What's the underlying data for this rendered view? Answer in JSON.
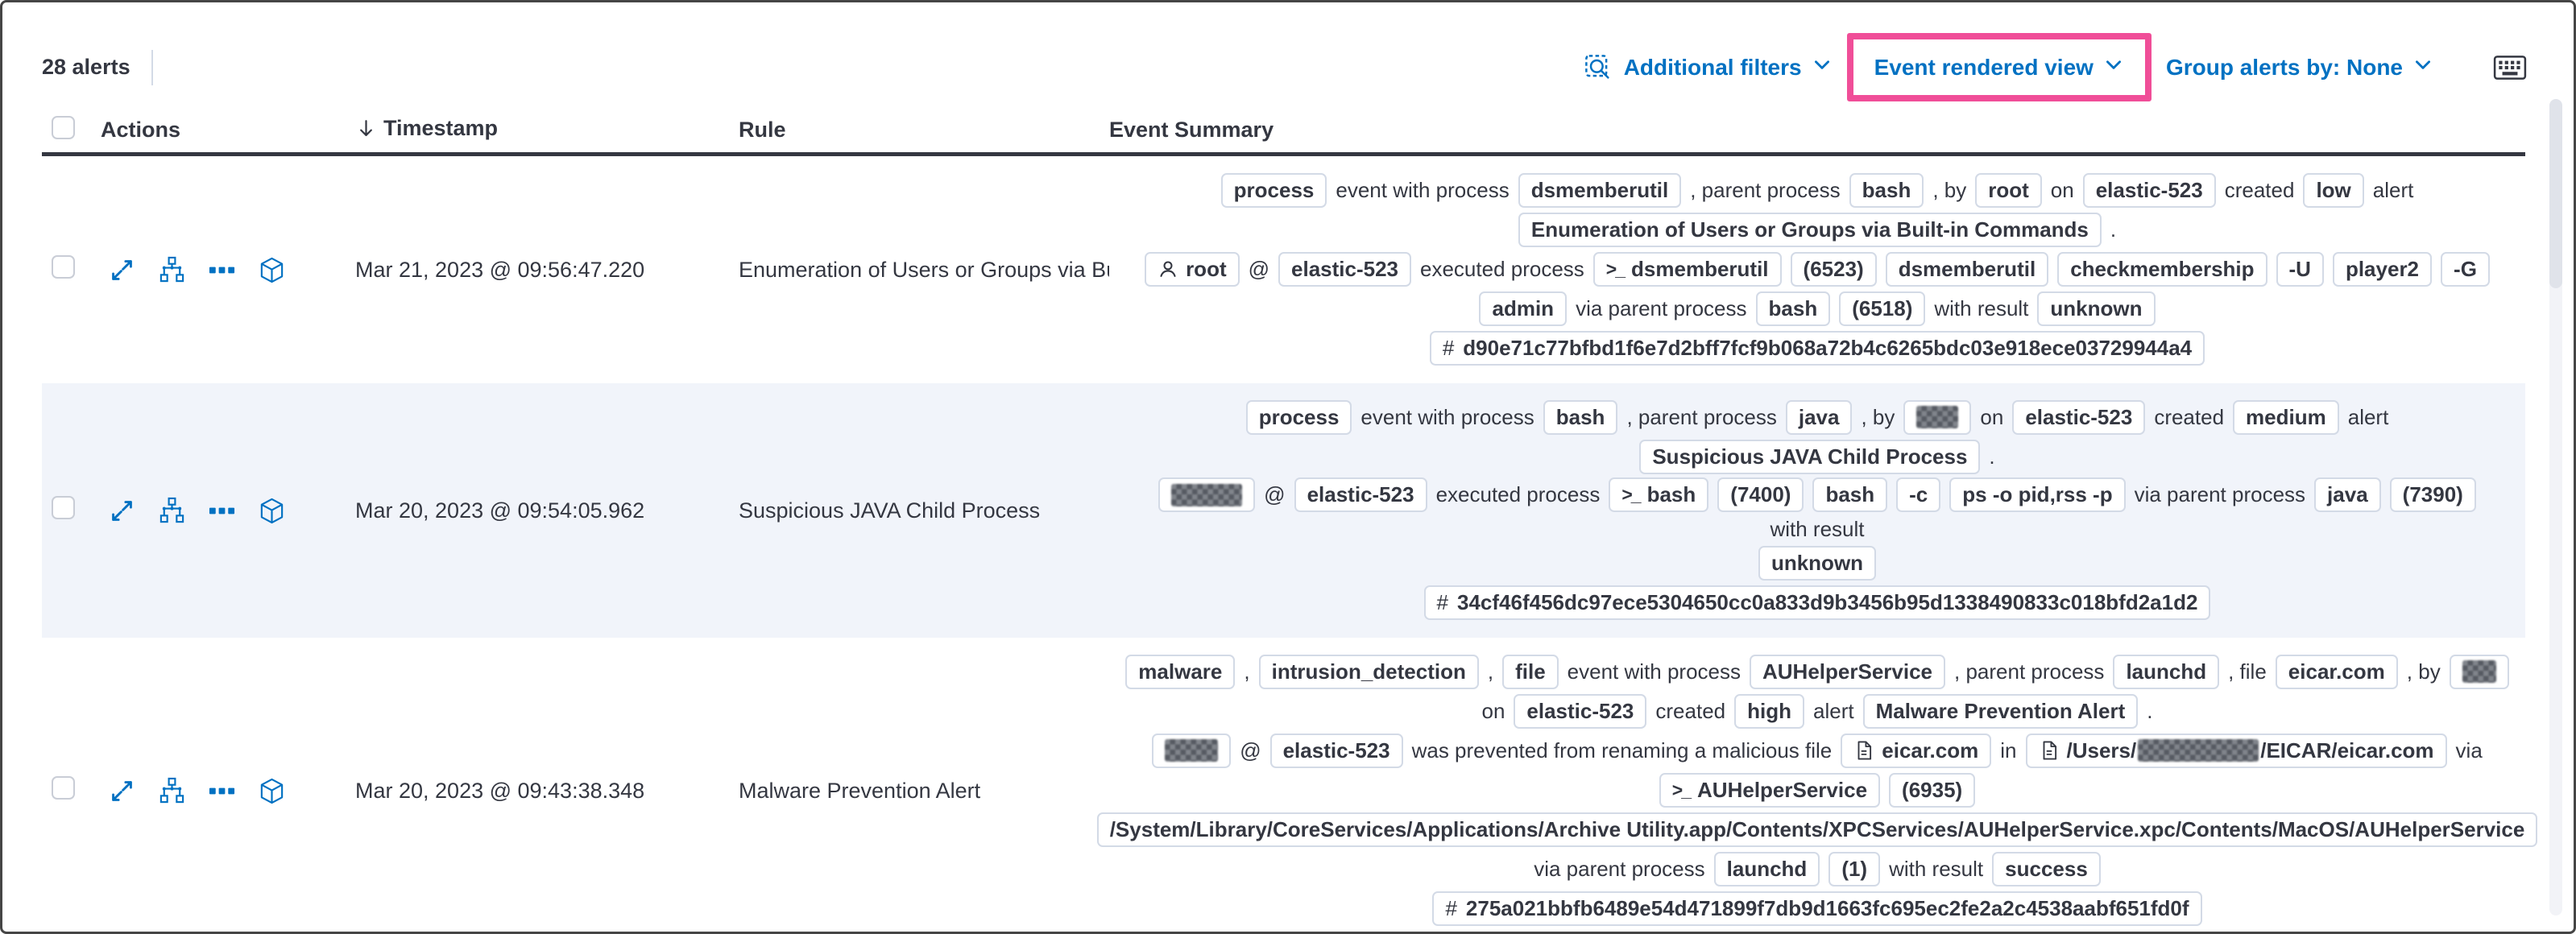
{
  "toolbar": {
    "alerts_count": "28 alerts",
    "additional_filters_label": "Additional filters",
    "event_rendered_view_label": "Event rendered view",
    "group_alerts_by_label": "Group alerts by: None"
  },
  "icons": {
    "toolbar": [
      "inspect-icon",
      "chevron-down-icon",
      "keyboard-icon"
    ],
    "header": [
      "sort-down-icon"
    ],
    "row_actions": [
      "expand-icon",
      "analyzer-icon",
      "more-actions-icon",
      "session-view-icon"
    ],
    "badge_icons": [
      "user-icon",
      "terminal-icon",
      "file-icon",
      "hash-icon"
    ]
  },
  "colors": {
    "accent_blue": "#0071c2",
    "highlight_pink": "#f04e98",
    "text": "#343741",
    "badge_border": "#d3dae6",
    "row_stripe": "#f1f4fa"
  },
  "table": {
    "headers": {
      "actions": "Actions",
      "timestamp": "Timestamp",
      "rule": "Rule",
      "event_summary": "Event Summary"
    },
    "rows": [
      {
        "striped": false,
        "timestamp": "Mar 21, 2023 @ 09:56:47.220",
        "rule": "Enumeration of Users or Groups via Bui",
        "summary": [
          [
            {
              "badge": "process"
            },
            {
              "text": "event with process"
            },
            {
              "badge": "dsmemberutil"
            },
            {
              "text": ", parent process"
            },
            {
              "badge": "bash"
            },
            {
              "text": ", by"
            },
            {
              "badge": "root"
            },
            {
              "text": "on"
            },
            {
              "badge": "elastic-523"
            },
            {
              "text": "created"
            },
            {
              "badge": "low"
            },
            {
              "text": "alert"
            }
          ],
          [
            {
              "badge": "Enumeration of Users or Groups via Built-in Commands"
            },
            {
              "text": "."
            }
          ],
          [
            {
              "badge": "root",
              "icon": "user"
            },
            {
              "text": "@"
            },
            {
              "badge": "elastic-523"
            },
            {
              "text": "executed process"
            },
            {
              "badge": "dsmemberutil",
              "icon": "terminal"
            },
            {
              "badge": "(6523)"
            },
            {
              "badge": "dsmemberutil"
            },
            {
              "badge": "checkmembership"
            },
            {
              "badge": "-U"
            },
            {
              "badge": "player2"
            },
            {
              "badge": "-G"
            }
          ],
          [
            {
              "badge": "admin"
            },
            {
              "text": "via parent process"
            },
            {
              "badge": "bash"
            },
            {
              "badge": "(6518)"
            },
            {
              "text": "with result"
            },
            {
              "badge": "unknown"
            }
          ],
          [
            {
              "badge": "d90e71c77bfbd1f6e7d2bff7fcf9b068a72b4c6265bdc03e918ece03729944a4",
              "icon": "hash"
            }
          ]
        ]
      },
      {
        "striped": true,
        "timestamp": "Mar 20, 2023 @ 09:54:05.962",
        "rule": "Suspicious JAVA Child Process",
        "summary": [
          [
            {
              "badge": "process"
            },
            {
              "text": "event with process"
            },
            {
              "badge": "bash"
            },
            {
              "text": ", parent process"
            },
            {
              "badge": "java"
            },
            {
              "text": ", by"
            },
            {
              "redact": 52
            },
            {
              "text": "on"
            },
            {
              "badge": "elastic-523"
            },
            {
              "text": "created"
            },
            {
              "badge": "medium"
            },
            {
              "text": "alert"
            }
          ],
          [
            {
              "badge": "Suspicious JAVA Child Process"
            },
            {
              "text": "."
            }
          ],
          [
            {
              "redact": 88
            },
            {
              "text": "@"
            },
            {
              "badge": "elastic-523"
            },
            {
              "text": "executed process"
            },
            {
              "badge": "bash",
              "icon": "terminal"
            },
            {
              "badge": "(7400)"
            },
            {
              "badge": "bash"
            },
            {
              "badge": "-c"
            },
            {
              "badge": "ps -o pid,rss -p"
            },
            {
              "text": "via parent process"
            },
            {
              "badge": "java"
            },
            {
              "badge": "(7390)"
            },
            {
              "text": "with result"
            }
          ],
          [
            {
              "badge": "unknown"
            }
          ],
          [
            {
              "badge": "34cf46f456dc97ece5304650cc0a833d9b3456b95d1338490833c018bfd2a1d2",
              "icon": "hash"
            }
          ]
        ]
      },
      {
        "striped": false,
        "timestamp": "Mar 20, 2023 @ 09:43:38.348",
        "rule": "Malware Prevention Alert",
        "summary": [
          [
            {
              "badge": "malware"
            },
            {
              "text": ","
            },
            {
              "badge": "intrusion_detection"
            },
            {
              "text": ","
            },
            {
              "badge": "file"
            },
            {
              "text": "event with process"
            },
            {
              "badge": "AUHelperService"
            },
            {
              "text": ", parent process"
            },
            {
              "badge": "launchd"
            },
            {
              "text": ", file"
            },
            {
              "badge": "eicar.com"
            },
            {
              "text": ", by"
            },
            {
              "redact": 42
            }
          ],
          [
            {
              "text": "on"
            },
            {
              "badge": "elastic-523"
            },
            {
              "text": "created"
            },
            {
              "badge": "high"
            },
            {
              "text": "alert"
            },
            {
              "badge": "Malware Prevention Alert"
            },
            {
              "text": "."
            }
          ],
          [
            {
              "redact": 66
            },
            {
              "text": "@"
            },
            {
              "badge": "elastic-523"
            },
            {
              "text": "was prevented from renaming a malicious file"
            },
            {
              "badge": "eicar.com",
              "icon": "file"
            },
            {
              "text": "in"
            },
            {
              "badge_parts": [
                {
                  "text": "/Users/"
                },
                {
                  "redact": 150
                },
                {
                  "text": "/EICAR/eicar.com"
                }
              ],
              "icon": "file"
            },
            {
              "text": "via"
            }
          ],
          [
            {
              "badge": "AUHelperService",
              "icon": "terminal"
            },
            {
              "badge": "(6935)"
            }
          ],
          [
            {
              "badge": "/System/Library/CoreServices/Applications/Archive Utility.app/Contents/XPCServices/AUHelperService.xpc/Contents/MacOS/AUHelperService"
            }
          ],
          [
            {
              "text": "via parent process"
            },
            {
              "badge": "launchd"
            },
            {
              "badge": "(1)"
            },
            {
              "text": "with result"
            },
            {
              "badge": "success"
            }
          ],
          [
            {
              "badge": "275a021bbfb6489e54d471899f7db9d1663fc695ec2fe2a2c4538aabf651fd0f",
              "icon": "hash"
            }
          ]
        ]
      }
    ]
  }
}
